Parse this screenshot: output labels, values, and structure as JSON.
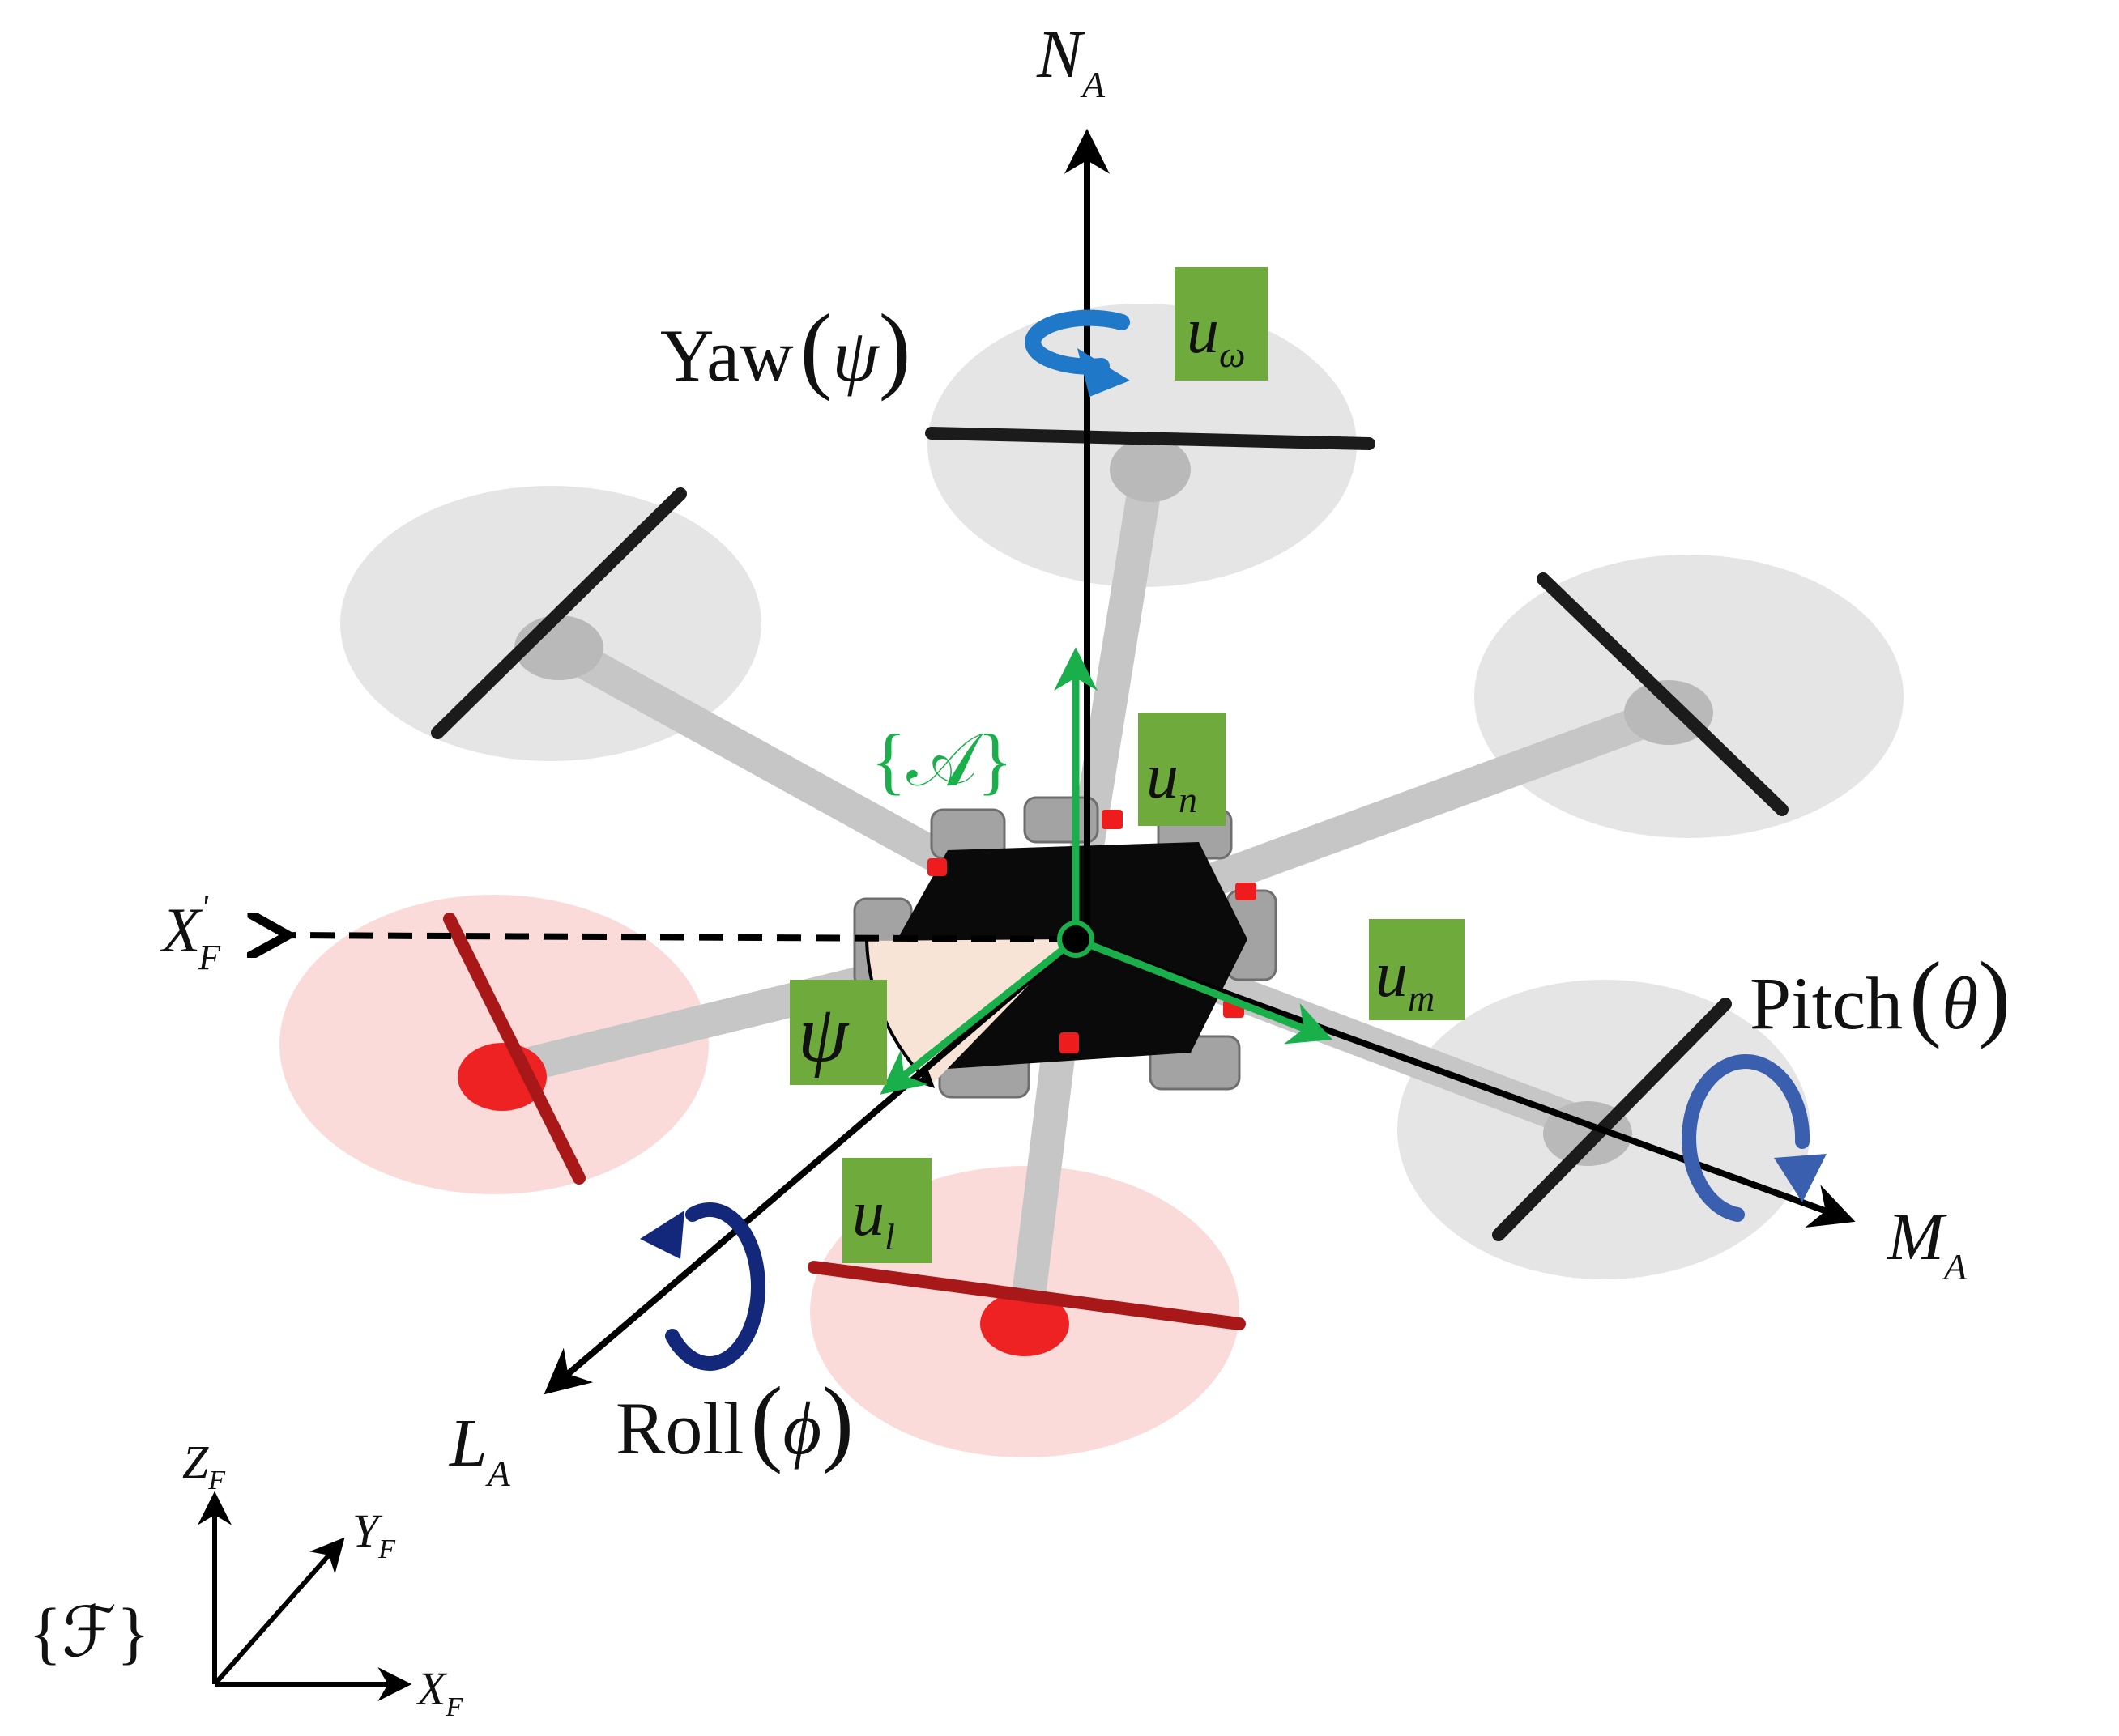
{
  "colors": {
    "axis": "#000000",
    "body_frame": "#19b04b",
    "label_box": "#6faa3d",
    "prop_disk": "#e4e4e4",
    "prop_disk_highlight": "#f9d6d6",
    "prop_blade": "#1c1c1c",
    "prop_blade_highlight": "#b01c1c",
    "arm": "#c9c9c9",
    "hub": "#0a0a0a",
    "servo": "#9a9a9a",
    "motor_red": "#ee1c1c",
    "yaw_arrow": "#1f78c8",
    "pitch_arrow": "#3a5faf",
    "roll_arrow": "#13287a",
    "psi_wedge": "#f7e4d6"
  },
  "labels": {
    "N": "N",
    "N_sub": "A",
    "M": "M",
    "M_sub": "A",
    "L": "L",
    "L_sub": "A",
    "Xp": "X",
    "Xp_sup": "'",
    "Xp_sub": "F",
    "yaw": "Yaw",
    "yaw_sym": "ψ",
    "pitch": "Pitch",
    "pitch_sym": "θ",
    "roll": "Roll",
    "roll_sym": "ϕ",
    "body_frame": "{𝒜}",
    "inertial_frame": "{ℱ}",
    "psi_angle": "ψ",
    "ZF": "Z",
    "ZF_sub": "F",
    "YF": "Y",
    "YF_sub": "F",
    "XF": "X",
    "XF_sub": "F"
  },
  "inputs": {
    "u_omega": {
      "base": "u",
      "sub": "ω"
    },
    "u_n": {
      "base": "u",
      "sub": "n"
    },
    "u_m": {
      "base": "u",
      "sub": "m"
    },
    "u_l": {
      "base": "u",
      "sub": "l"
    }
  }
}
